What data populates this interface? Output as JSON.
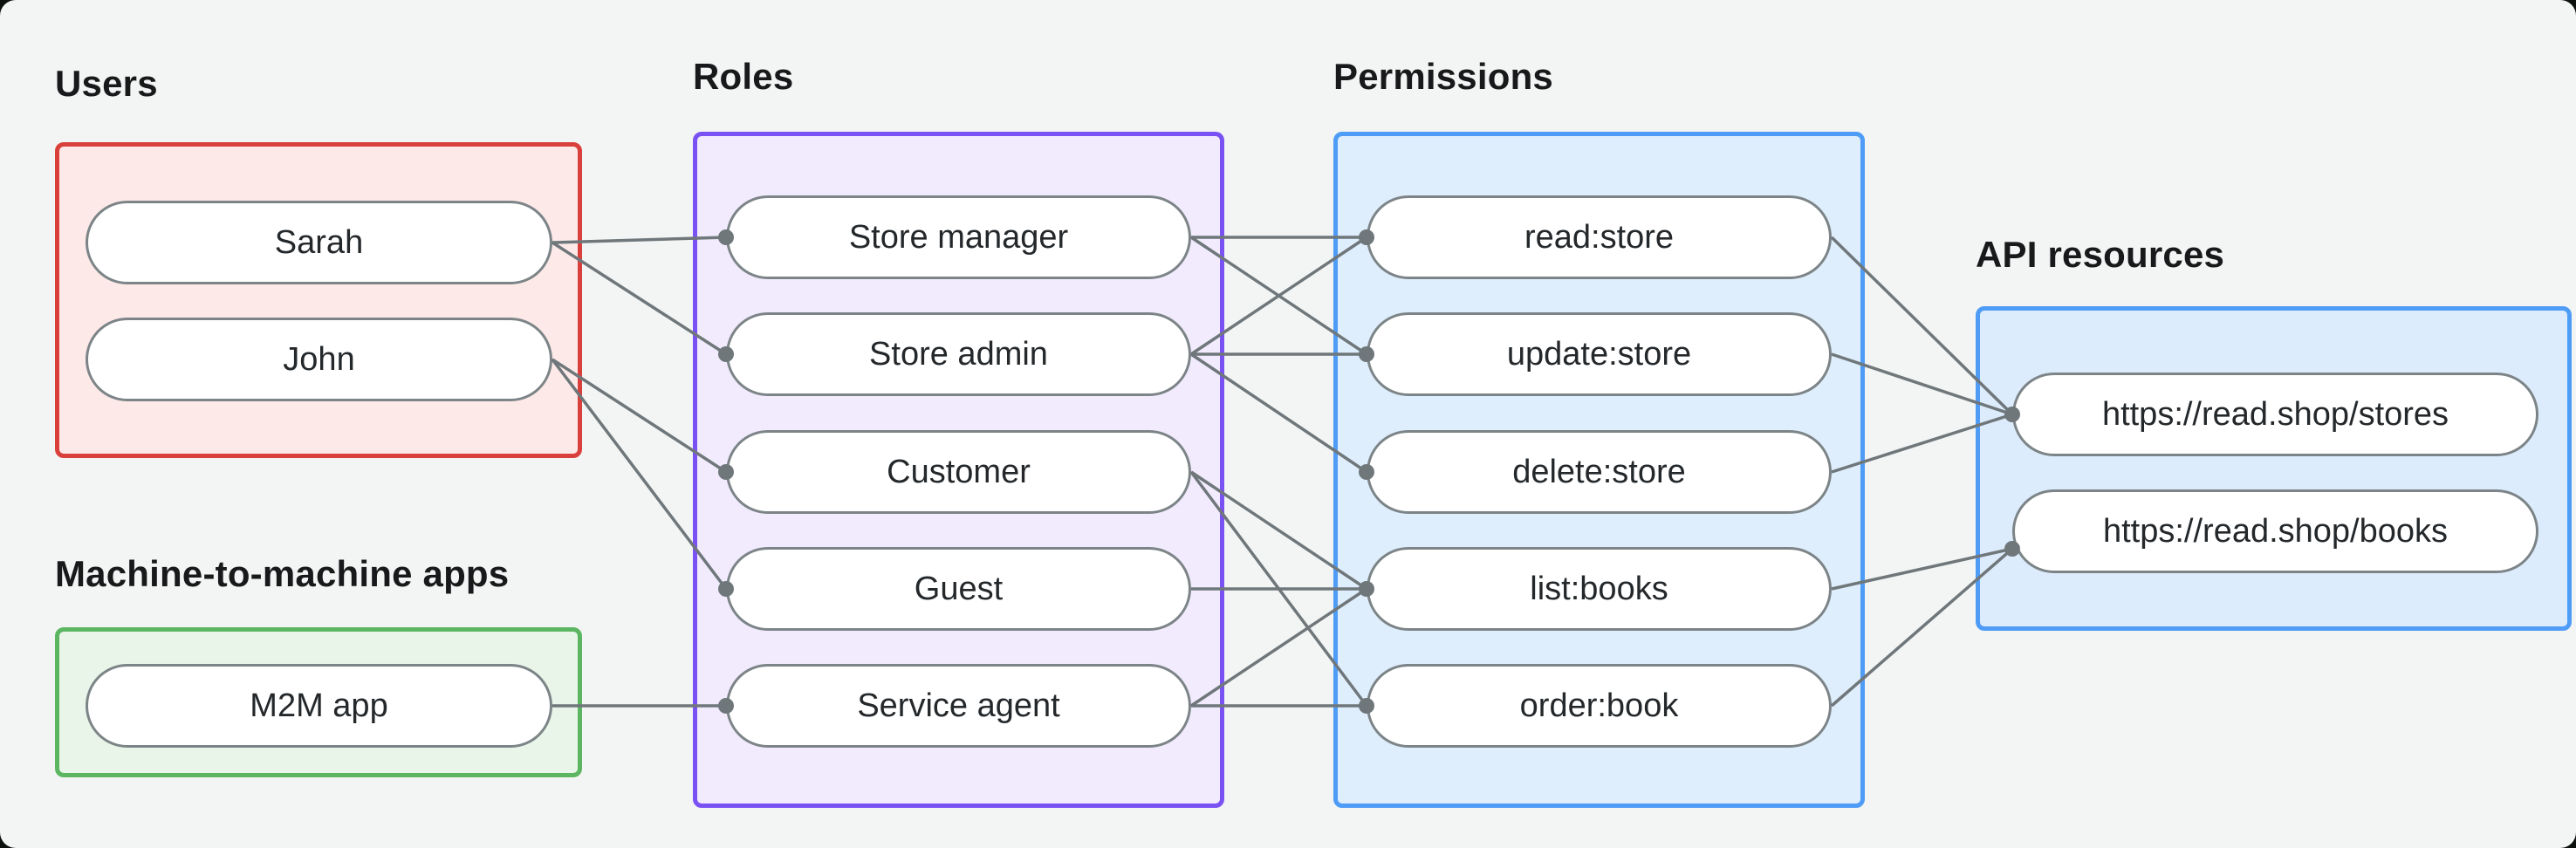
{
  "style": {
    "canvas_bg": "#f3f5f4",
    "outer_bg": "#0d120e",
    "node_border": "#7c8487",
    "node_fill": "#ffffff",
    "wire_color": "#6f777b",
    "text_color": "#17191b"
  },
  "sections": {
    "users": {
      "label": "Users",
      "border_color": "#d9403c",
      "fill_color": "#fdeae8",
      "items": [
        {
          "id": "sarah",
          "label": "Sarah"
        },
        {
          "id": "john",
          "label": "John"
        }
      ]
    },
    "m2m": {
      "label": "Machine-to-machine apps",
      "border_color": "#5cb661",
      "fill_color": "#e8f5e8",
      "items": [
        {
          "id": "m2m_app",
          "label": "M2M app"
        }
      ]
    },
    "roles": {
      "label": "Roles",
      "border_color": "#7a52f4",
      "fill_color": "#f1ebfd",
      "items": [
        {
          "id": "store_manager",
          "label": "Store manager"
        },
        {
          "id": "store_admin",
          "label": "Store admin"
        },
        {
          "id": "customer",
          "label": "Customer"
        },
        {
          "id": "guest",
          "label": "Guest"
        },
        {
          "id": "service_agent",
          "label": "Service agent"
        }
      ]
    },
    "permissions": {
      "label": "Permissions",
      "border_color": "#4f9cf7",
      "fill_color": "#dfeefc",
      "items": [
        {
          "id": "read_store",
          "label": "read:store"
        },
        {
          "id": "update_store",
          "label": "update:store"
        },
        {
          "id": "delete_store",
          "label": "delete:store"
        },
        {
          "id": "list_books",
          "label": "list:books"
        },
        {
          "id": "order_book",
          "label": "order:book"
        }
      ]
    },
    "api": {
      "label": "API resources",
      "border_color": "#4f9cf7",
      "fill_color": "#ddecfc",
      "items": [
        {
          "id": "stores",
          "label": "https://read.shop/stores"
        },
        {
          "id": "books",
          "label": "https://read.shop/books"
        }
      ]
    }
  },
  "edges": [
    [
      "sarah",
      "store_manager"
    ],
    [
      "sarah",
      "store_admin"
    ],
    [
      "john",
      "customer"
    ],
    [
      "john",
      "guest"
    ],
    [
      "m2m_app",
      "service_agent"
    ],
    [
      "store_manager",
      "read_store"
    ],
    [
      "store_manager",
      "update_store"
    ],
    [
      "store_admin",
      "read_store"
    ],
    [
      "store_admin",
      "update_store"
    ],
    [
      "store_admin",
      "delete_store"
    ],
    [
      "customer",
      "list_books"
    ],
    [
      "customer",
      "order_book"
    ],
    [
      "guest",
      "list_books"
    ],
    [
      "service_agent",
      "list_books"
    ],
    [
      "service_agent",
      "order_book"
    ],
    [
      "read_store",
      "stores"
    ],
    [
      "update_store",
      "stores"
    ],
    [
      "delete_store",
      "stores"
    ],
    [
      "list_books",
      "books"
    ],
    [
      "order_book",
      "books"
    ]
  ]
}
